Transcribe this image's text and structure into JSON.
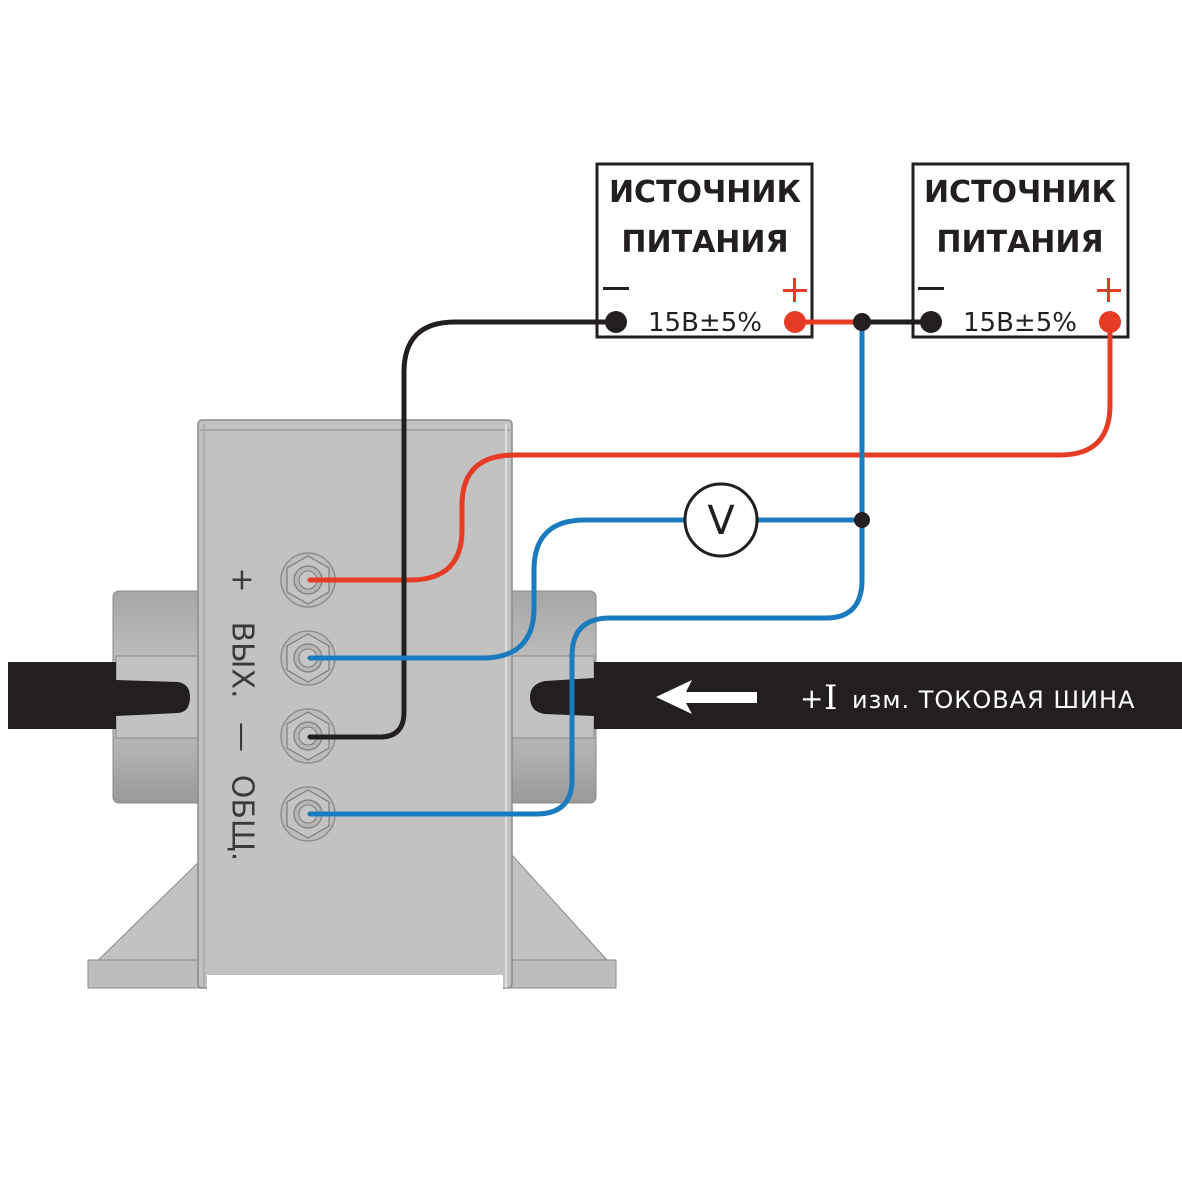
{
  "diagram": {
    "title": "Current sensor connection diagram",
    "colors": {
      "wire_red": "#e63b24",
      "wire_blue": "#1a7bbf",
      "wire_black": "#231f20",
      "sensor_body": "#c2c2c2",
      "bus_bar": "#231f20",
      "background": "#ffffff"
    },
    "power_supplies": [
      {
        "title_line1": "ИСТОЧНИК",
        "title_line2": "ПИТАНИЯ",
        "minus_symbol": "—",
        "plus_symbol": "+",
        "voltage": "15В±5%"
      },
      {
        "title_line1": "ИСТОЧНИК",
        "title_line2": "ПИТАНИЯ",
        "minus_symbol": "—",
        "plus_symbol": "+",
        "voltage": "15В±5%"
      }
    ],
    "voltmeter": {
      "symbol": "V"
    },
    "sensor": {
      "terminal_labels": {
        "plus": "+",
        "output": "ВЫХ.",
        "minus": "—",
        "common": "ОБЩ."
      }
    },
    "bus_bar": {
      "current_symbol_prefix": "+",
      "current_symbol": "I",
      "label": "изм. ТОКОВАЯ ШИНА",
      "arrow_direction": "left"
    }
  }
}
